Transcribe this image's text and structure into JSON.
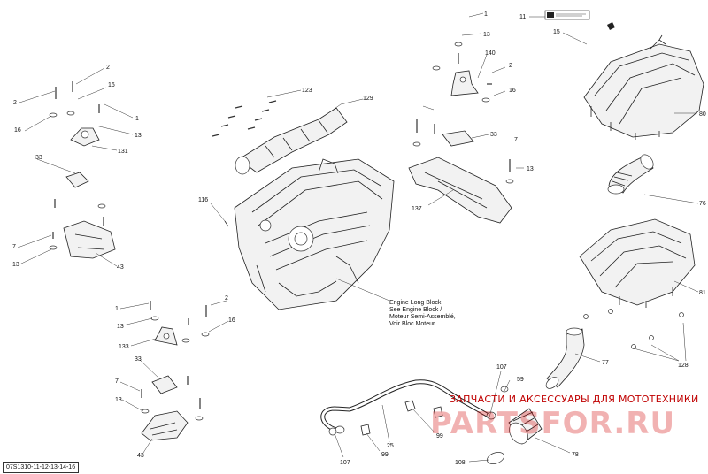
{
  "callouts": {
    "c11": "11",
    "c15": "15",
    "c80": "80",
    "c76": "76",
    "c81": "81",
    "c128": "128",
    "c77": "77",
    "c78": "78",
    "c108": "108",
    "c59": "59",
    "c107a": "107",
    "c107b": "107",
    "c99a": "99",
    "c99b": "99",
    "c25": "25",
    "c1a": "1",
    "c13a": "13",
    "c140": "140",
    "c2a": "2",
    "c16a": "16",
    "c33a": "33",
    "c7a": "7",
    "c13b": "13",
    "c137": "137",
    "c129": "129",
    "c123": "123",
    "c116": "116",
    "c2b": "2",
    "c16b": "16",
    "c1b": "1",
    "c13c": "13",
    "c131": "131",
    "c16c": "16",
    "c33b": "33",
    "c7b": "7",
    "c13d": "13",
    "c43a": "43",
    "c2c": "2",
    "c1c": "1",
    "c13e": "13",
    "c133": "133",
    "c16d": "16",
    "c33c": "33",
    "c7c": "7",
    "c13f": "13",
    "c43b": "43"
  },
  "engine_note": {
    "line1": "Engine Long Block,",
    "line2": "See Engine Block /",
    "line3": "Moteur Semi-Assemblé,",
    "line4": "Voir Bloc Moteur"
  },
  "warning_label_icon": "warning-sticker-icon",
  "watermark": {
    "tagline": "ЗАПЧАСТИ И АКСЕССУАРЫ ДЛЯ МОТОТЕХНИКИ",
    "logo": "PARTSFOR.RU"
  },
  "diagram_code": "07S1310-11-12-13-14-16"
}
